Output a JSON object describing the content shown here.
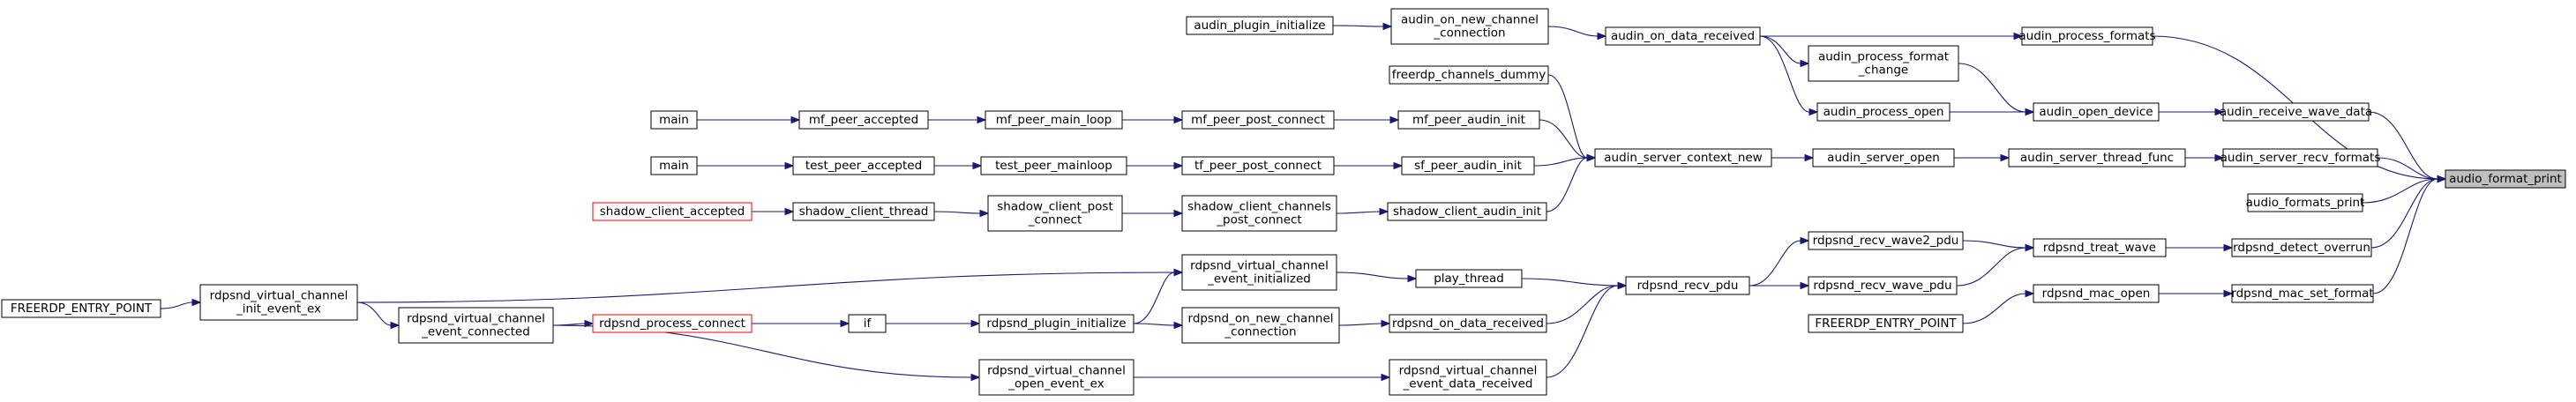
{
  "nodes": [
    {
      "id": "root",
      "lines": [
        "audio_format_print"
      ],
      "kind": "root"
    },
    {
      "id": "process_formats",
      "lines": [
        "audin_process_formats"
      ]
    },
    {
      "id": "receive_wave_data",
      "lines": [
        "audin_receive_wave_data"
      ]
    },
    {
      "id": "server_recv_formats",
      "lines": [
        "audin_server_recv_formats"
      ]
    },
    {
      "id": "audio_formats_print",
      "lines": [
        "audio_formats_print"
      ]
    },
    {
      "id": "detect_overrun",
      "lines": [
        "rdpsnd_detect_overrun"
      ]
    },
    {
      "id": "mac_set_format",
      "lines": [
        "rdpsnd_mac_set_format"
      ]
    },
    {
      "id": "on_data_received",
      "lines": [
        "audin_on_data_received"
      ]
    },
    {
      "id": "open_device",
      "lines": [
        "audin_open_device"
      ]
    },
    {
      "id": "server_thread_func",
      "lines": [
        "audin_server_thread_func"
      ]
    },
    {
      "id": "treat_wave",
      "lines": [
        "rdpsnd_treat_wave"
      ]
    },
    {
      "id": "mac_open",
      "lines": [
        "rdpsnd_mac_open"
      ]
    },
    {
      "id": "ep_right",
      "lines": [
        "FREERDP_ENTRY_POINT"
      ]
    },
    {
      "id": "on_new_channel_conn",
      "lines": [
        "audin_on_new_channel",
        "_connection"
      ]
    },
    {
      "id": "process_format_change",
      "lines": [
        "audin_process_format",
        "_change"
      ]
    },
    {
      "id": "process_open",
      "lines": [
        "audin_process_open"
      ]
    },
    {
      "id": "server_open",
      "lines": [
        "audin_server_open"
      ]
    },
    {
      "id": "recv_wave2_pdu",
      "lines": [
        "rdpsnd_recv_wave2_pdu"
      ]
    },
    {
      "id": "recv_wave_pdu",
      "lines": [
        "rdpsnd_recv_wave_pdu"
      ]
    },
    {
      "id": "plugin_initialize_audin",
      "lines": [
        "audin_plugin_initialize"
      ]
    },
    {
      "id": "server_context_new",
      "lines": [
        "audin_server_context_new"
      ]
    },
    {
      "id": "recv_pdu",
      "lines": [
        "rdpsnd_recv_pdu"
      ]
    },
    {
      "id": "freerdp_channels_dummy",
      "lines": [
        "freerdp_channels_dummy"
      ]
    },
    {
      "id": "mf_peer_audin_init",
      "lines": [
        "mf_peer_audin_init"
      ]
    },
    {
      "id": "sf_peer_audin_init",
      "lines": [
        "sf_peer_audin_init"
      ]
    },
    {
      "id": "shadow_client_audin_init",
      "lines": [
        "shadow_client_audin_init"
      ]
    },
    {
      "id": "play_thread",
      "lines": [
        "play_thread"
      ]
    },
    {
      "id": "on_data_received_rdpsnd",
      "lines": [
        "rdpsnd_on_data_received"
      ]
    },
    {
      "id": "vc_event_data_received",
      "lines": [
        "rdpsnd_virtual_channel",
        "_event_data_received"
      ]
    },
    {
      "id": "mf_peer_post_connect",
      "lines": [
        "mf_peer_post_connect"
      ]
    },
    {
      "id": "tf_peer_post_connect",
      "lines": [
        "tf_peer_post_connect"
      ]
    },
    {
      "id": "shadow_client_channels_post_connect",
      "lines": [
        "shadow_client_channels",
        "_post_connect"
      ]
    },
    {
      "id": "vc_event_initialized",
      "lines": [
        "rdpsnd_virtual_channel",
        "_event_initialized"
      ]
    },
    {
      "id": "on_new_channel_conn_rdpsnd",
      "lines": [
        "rdpsnd_on_new_channel",
        "_connection"
      ]
    },
    {
      "id": "mf_peer_main_loop",
      "lines": [
        "mf_peer_main_loop"
      ]
    },
    {
      "id": "test_peer_mainloop",
      "lines": [
        "test_peer_mainloop"
      ]
    },
    {
      "id": "shadow_client_post_connect",
      "lines": [
        "shadow_client_post",
        "_connect"
      ]
    },
    {
      "id": "plugin_initialize_rdpsnd",
      "lines": [
        "rdpsnd_plugin_initialize"
      ]
    },
    {
      "id": "vc_open_event_ex",
      "lines": [
        "rdpsnd_virtual_channel",
        "_open_event_ex"
      ]
    },
    {
      "id": "mf_peer_accepted",
      "lines": [
        "mf_peer_accepted"
      ]
    },
    {
      "id": "test_peer_accepted",
      "lines": [
        "test_peer_accepted"
      ]
    },
    {
      "id": "shadow_client_thread",
      "lines": [
        "shadow_client_thread"
      ]
    },
    {
      "id": "if_node",
      "lines": [
        "if"
      ]
    },
    {
      "id": "main1",
      "lines": [
        "main"
      ]
    },
    {
      "id": "main2",
      "lines": [
        "main"
      ]
    },
    {
      "id": "shadow_client_accepted",
      "lines": [
        "shadow_client_accepted"
      ],
      "kind": "red"
    },
    {
      "id": "process_connect",
      "lines": [
        "rdpsnd_process_connect"
      ],
      "kind": "red"
    },
    {
      "id": "vc_event_connected",
      "lines": [
        "rdpsnd_virtual_channel",
        "_event_connected"
      ]
    },
    {
      "id": "vc_init_event_ex",
      "lines": [
        "rdpsnd_virtual_channel",
        "_init_event_ex"
      ]
    },
    {
      "id": "ep_left",
      "lines": [
        "FREERDP_ENTRY_POINT"
      ]
    }
  ],
  "edges": [
    [
      "process_formats",
      "root"
    ],
    [
      "receive_wave_data",
      "root"
    ],
    [
      "server_recv_formats",
      "root"
    ],
    [
      "audio_formats_print",
      "root"
    ],
    [
      "detect_overrun",
      "root"
    ],
    [
      "mac_set_format",
      "root"
    ],
    [
      "on_data_received",
      "process_formats"
    ],
    [
      "open_device",
      "receive_wave_data"
    ],
    [
      "server_thread_func",
      "server_recv_formats"
    ],
    [
      "treat_wave",
      "detect_overrun"
    ],
    [
      "mac_open",
      "mac_set_format"
    ],
    [
      "ep_right",
      "mac_open"
    ],
    [
      "on_new_channel_conn",
      "on_data_received"
    ],
    [
      "plugin_initialize_audin",
      "on_new_channel_conn"
    ],
    [
      "on_data_received",
      "process_format_change"
    ],
    [
      "process_format_change",
      "open_device"
    ],
    [
      "process_open",
      "open_device"
    ],
    [
      "on_data_received",
      "process_open"
    ],
    [
      "server_open",
      "server_thread_func"
    ],
    [
      "server_context_new",
      "server_open"
    ],
    [
      "freerdp_channels_dummy",
      "server_context_new"
    ],
    [
      "mf_peer_audin_init",
      "server_context_new"
    ],
    [
      "sf_peer_audin_init",
      "server_context_new"
    ],
    [
      "shadow_client_audin_init",
      "server_context_new"
    ],
    [
      "mf_peer_post_connect",
      "mf_peer_audin_init"
    ],
    [
      "mf_peer_main_loop",
      "mf_peer_post_connect"
    ],
    [
      "mf_peer_accepted",
      "mf_peer_main_loop"
    ],
    [
      "main1",
      "mf_peer_accepted"
    ],
    [
      "tf_peer_post_connect",
      "sf_peer_audin_init"
    ],
    [
      "test_peer_mainloop",
      "tf_peer_post_connect"
    ],
    [
      "test_peer_accepted",
      "test_peer_mainloop"
    ],
    [
      "main2",
      "test_peer_accepted"
    ],
    [
      "shadow_client_channels_post_connect",
      "shadow_client_audin_init"
    ],
    [
      "shadow_client_post_connect",
      "shadow_client_channels_post_connect"
    ],
    [
      "shadow_client_thread",
      "shadow_client_post_connect"
    ],
    [
      "shadow_client_accepted",
      "shadow_client_thread"
    ],
    [
      "recv_wave2_pdu",
      "treat_wave"
    ],
    [
      "recv_wave_pdu",
      "treat_wave"
    ],
    [
      "recv_pdu",
      "recv_wave2_pdu"
    ],
    [
      "recv_pdu",
      "recv_wave_pdu"
    ],
    [
      "play_thread",
      "recv_pdu"
    ],
    [
      "on_data_received_rdpsnd",
      "recv_pdu"
    ],
    [
      "vc_event_data_received",
      "recv_pdu"
    ],
    [
      "vc_event_initialized",
      "play_thread"
    ],
    [
      "on_new_channel_conn_rdpsnd",
      "on_data_received_rdpsnd"
    ],
    [
      "plugin_initialize_rdpsnd",
      "on_new_channel_conn_rdpsnd"
    ],
    [
      "plugin_initialize_rdpsnd",
      "vc_event_initialized"
    ],
    [
      "if_node",
      "plugin_initialize_rdpsnd"
    ],
    [
      "process_connect",
      "if_node"
    ],
    [
      "vc_event_connected",
      "process_connect"
    ],
    [
      "vc_init_event_ex",
      "vc_event_connected"
    ],
    [
      "vc_init_event_ex",
      "vc_event_initialized"
    ],
    [
      "ep_left",
      "vc_init_event_ex"
    ],
    [
      "vc_open_event_ex",
      "vc_event_data_received"
    ],
    [
      "vc_event_connected",
      "vc_open_event_ex"
    ]
  ]
}
